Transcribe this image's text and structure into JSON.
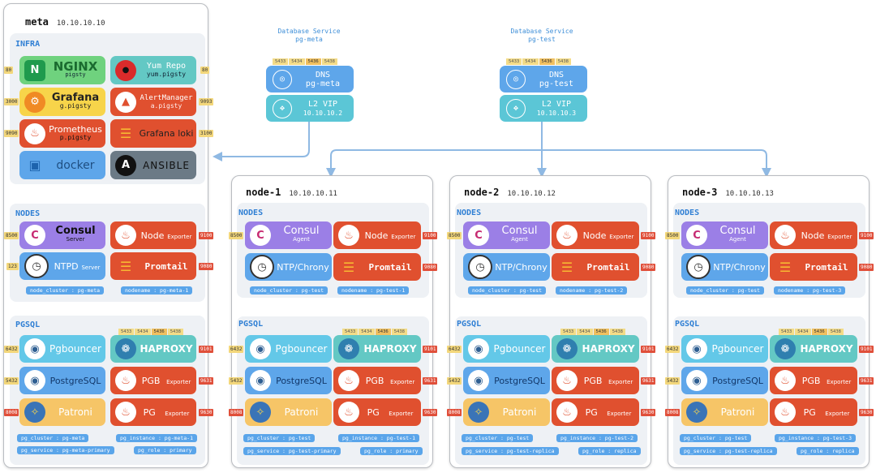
{
  "colors": {
    "line": "#8fb9e3",
    "purple": "#9b7fe6",
    "orange": "#e0502f",
    "blue": "#5ea6ea",
    "teal": "#63c8c4",
    "yellow": "#f6c567",
    "green": "#62c07a",
    "grafana": "#f7d44a"
  },
  "meta": {
    "name": "meta",
    "ip": "10.10.10.10",
    "infra": {
      "title": "INFRA",
      "nginx": "NGINX",
      "nginx_sub": "pigsty",
      "yum": "Yum Repo",
      "yum_sub": "yum.pigsty",
      "grafana": "Grafana",
      "grafana_sub": "g.pigsty",
      "alert": "AlertManager",
      "alert_sub": "a.pigsty",
      "prom": "Prometheus",
      "prom_sub": "p.pigsty",
      "loki": "Grafana loki",
      "docker": "docker",
      "ansible": "ANSIBLE",
      "p80a": "80",
      "p80b": "80",
      "p3000": "3000",
      "p9093": "9093",
      "p9090": "9090",
      "p3100": "3100"
    },
    "nodes": {
      "title": "NODES",
      "consul": "Consul",
      "consul_sub": "Server",
      "node": "Node",
      "node_sub": "Exporter",
      "ntp": "NTPD",
      "ntp_sub": "Server",
      "promtail": "Promtail",
      "p8500": "8500",
      "p9100": "9100",
      "p123": "123",
      "p9080": "9080",
      "label1": "node_cluster : pg-meta",
      "label2": "nodename : pg-meta-1"
    },
    "pgsql": {
      "title": "PGSQL",
      "pgb": "Pgbouncer",
      "haproxy": "HAPROXY",
      "pg": "PostgreSQL",
      "pgb_exp": "PGB",
      "exp": "Exporter",
      "patroni": "Patroni",
      "pgexp": "PG",
      "p6432": "6432",
      "p9101": "9101",
      "p5432": "5432",
      "p9631": "9631",
      "p8008": "8008",
      "p9630": "9630",
      "ports": [
        "5433",
        "5434",
        "5436",
        "5438"
      ],
      "l1": "pg_cluster : pg-meta",
      "l2": "pg_instance : pg-meta-1",
      "l3": "pg_service : pg-meta-primary",
      "l4": "pg_role : primary"
    }
  },
  "services": [
    {
      "line1": "Database Service",
      "line2": "pg-meta",
      "ports": [
        "5433",
        "5434",
        "5436",
        "5438"
      ],
      "dns": "DNS",
      "dns_name": "pg-meta",
      "vip": "L2 VIP",
      "vip_ip": "10.10.10.2"
    },
    {
      "line1": "Database Service",
      "line2": "pg-test",
      "ports": [
        "5433",
        "5434",
        "5436",
        "5438"
      ],
      "dns": "DNS",
      "dns_name": "pg-test",
      "vip": "L2 VIP",
      "vip_ip": "10.10.10.3"
    }
  ],
  "nodes": [
    {
      "name": "node-1",
      "ip": "10.10.10.11",
      "nodes_title": "NODES",
      "consul": "Consul",
      "consul_sub": "Agent",
      "node": "Node",
      "node_sub": "Exporter",
      "ntp": "NTP/Chrony",
      "promtail": "Promtail",
      "p8500": "8500",
      "p9100": "9100",
      "p9080": "9080",
      "nl1": "node_cluster : pg-test",
      "nl2": "nodename : pg-test-1",
      "pg_title": "PGSQL",
      "pgb": "Pgbouncer",
      "haproxy": "HAPROXY",
      "pg": "PostgreSQL",
      "pgb_exp": "PGB",
      "exp": "Exporter",
      "patroni": "Patroni",
      "pgexp": "PG",
      "p6432": "6432",
      "p9101": "9101",
      "p5432": "5432",
      "p9631": "9631",
      "p8008": "8008",
      "p9630": "9630",
      "ports": [
        "5433",
        "5434",
        "5436",
        "5438"
      ],
      "l1": "pg_cluster : pg-test",
      "l2": "pg_instance : pg-test-1",
      "l3": "pg_service : pg-test-primary",
      "l4": "pg_role : primary"
    },
    {
      "name": "node-2",
      "ip": "10.10.10.12",
      "nodes_title": "NODES",
      "consul": "Consul",
      "consul_sub": "Agent",
      "node": "Node",
      "node_sub": "Exporter",
      "ntp": "NTP/Chrony",
      "promtail": "Promtail",
      "p8500": "8500",
      "p9100": "9100",
      "p9080": "9080",
      "nl1": "node_cluster : pg-test",
      "nl2": "nodename : pg-test-2",
      "pg_title": "PGSQL",
      "pgb": "Pgbouncer",
      "haproxy": "HAPROXY",
      "pg": "PostgreSQL",
      "pgb_exp": "PGB",
      "exp": "Exporter",
      "patroni": "Patroni",
      "pgexp": "PG",
      "p6432": "6432",
      "p9101": "9101",
      "p5432": "5432",
      "p9631": "9631",
      "p8008": "8008",
      "p9630": "9630",
      "ports": [
        "5433",
        "5434",
        "5436",
        "5438"
      ],
      "l1": "pg_cluster : pg-test",
      "l2": "pg_instance : pg-test-2",
      "l3": "pg_service : pg-test-replica",
      "l4": "pg_role : replica"
    },
    {
      "name": "node-3",
      "ip": "10.10.10.13",
      "nodes_title": "NODES",
      "consul": "Consul",
      "consul_sub": "Agent",
      "node": "Node",
      "node_sub": "Exporter",
      "ntp": "NTP/Chrony",
      "promtail": "Promtail",
      "p8500": "8500",
      "p9100": "9100",
      "p9080": "9080",
      "nl1": "node_cluster : pg-test",
      "nl2": "nodename : pg-test-3",
      "pg_title": "PGSQL",
      "pgb": "Pgbouncer",
      "haproxy": "HAPROXY",
      "pg": "PostgreSQL",
      "pgb_exp": "PGB",
      "exp": "Exporter",
      "patroni": "Patroni",
      "pgexp": "PG",
      "p6432": "6432",
      "p9101": "9101",
      "p5432": "5432",
      "p9631": "9631",
      "p8008": "8008",
      "p9630": "9630",
      "ports": [
        "5433",
        "5434",
        "5436",
        "5438"
      ],
      "l1": "pg_cluster : pg-test",
      "l2": "pg_instance : pg-test-3",
      "l3": "pg_service : pg-test-replica",
      "l4": "pg_role : replica"
    }
  ]
}
